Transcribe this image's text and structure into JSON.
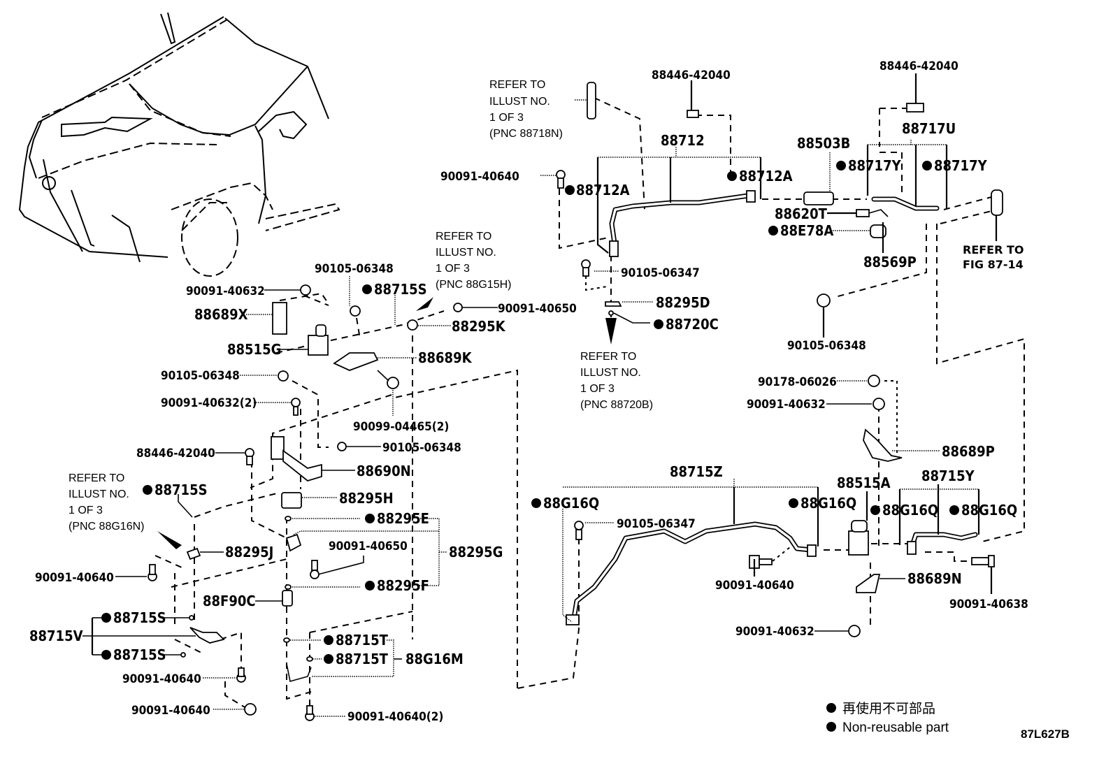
{
  "figure_id": "87L627B",
  "legend": {
    "symbol": "●",
    "line_jp": "再使用不可部品",
    "line_en": "Non-reusable part"
  },
  "references": {
    "ref_88718N": [
      "REFER TO",
      "ILLUST NO.",
      "1 OF 3",
      "(PNC 88718N)"
    ],
    "ref_88G15H": [
      "REFER TO",
      "ILLUST NO.",
      "1 OF 3",
      "(PNC 88G15H)"
    ],
    "ref_88720B": [
      "REFER TO",
      "ILLUST NO.",
      "1 OF 3",
      "(PNC 88720B)"
    ],
    "ref_88G16N": [
      "REFER TO",
      "ILLUST NO.",
      "1 OF 3",
      "(PNC 88G16N)"
    ],
    "ref_fig": [
      "REFER TO",
      "FIG 87-14"
    ]
  },
  "parts": {
    "p88446_42040_top": {
      "number": "88446-42040",
      "non_reusable": false
    },
    "p88712": {
      "number": "88712",
      "non_reusable": false
    },
    "p90091_40640_a": {
      "number": "90091-40640",
      "non_reusable": false
    },
    "p88712A_left": {
      "number": "88712A",
      "non_reusable": true
    },
    "p88712A_right": {
      "number": "88712A",
      "non_reusable": true
    },
    "p90105_06347_a": {
      "number": "90105-06347",
      "non_reusable": false
    },
    "p88295D": {
      "number": "88295D",
      "non_reusable": false
    },
    "p88720C": {
      "number": "88720C",
      "non_reusable": true
    },
    "p88446_42040_right": {
      "number": "88446-42040",
      "non_reusable": false
    },
    "p88717U": {
      "number": "88717U",
      "non_reusable": false
    },
    "p88503B": {
      "number": "88503B",
      "non_reusable": false
    },
    "p88717Y_left": {
      "number": "88717Y",
      "non_reusable": true
    },
    "p88717Y_right": {
      "number": "88717Y",
      "non_reusable": true
    },
    "p88620T": {
      "number": "88620T",
      "non_reusable": false
    },
    "p88E78A": {
      "number": "88E78A",
      "non_reusable": true
    },
    "p88569P": {
      "number": "88569P",
      "non_reusable": false
    },
    "p90105_06348_right": {
      "number": "90105-06348",
      "non_reusable": false
    },
    "p90105_06348_top": {
      "number": "90105-06348",
      "non_reusable": false
    },
    "p90091_40632_top": {
      "number": "90091-40632",
      "non_reusable": false
    },
    "p88715S_top": {
      "number": "88715S",
      "non_reusable": true
    },
    "p88689X": {
      "number": "88689X",
      "non_reusable": false
    },
    "p90091_40650_top": {
      "number": "90091-40650",
      "non_reusable": false
    },
    "p88295K": {
      "number": "88295K",
      "non_reusable": false
    },
    "p88515G": {
      "number": "88515G",
      "non_reusable": false
    },
    "p88689K": {
      "number": "88689K",
      "non_reusable": false
    },
    "p90105_06348_mid": {
      "number": "90105-06348",
      "non_reusable": false
    },
    "p90091_40632_2": {
      "number": "90091-40632(2)",
      "non_reusable": false
    },
    "p90099_04465_2": {
      "number": "90099-04465(2)",
      "non_reusable": false
    },
    "p88446_42040_left": {
      "number": "88446-42040",
      "non_reusable": false
    },
    "p90105_06348_low": {
      "number": "90105-06348",
      "non_reusable": false
    },
    "p88690N": {
      "number": "88690N",
      "non_reusable": false
    },
    "p88715S_mid": {
      "number": "88715S",
      "non_reusable": true
    },
    "p88295H": {
      "number": "88295H",
      "non_reusable": false
    },
    "p88295E": {
      "number": "88295E",
      "non_reusable": true
    },
    "p88295J": {
      "number": "88295J",
      "non_reusable": false
    },
    "p90091_40650_low": {
      "number": "90091-40650",
      "non_reusable": false
    },
    "p88295G": {
      "number": "88295G",
      "non_reusable": false
    },
    "p90091_40640_left": {
      "number": "90091-40640",
      "non_reusable": false
    },
    "p88295F": {
      "number": "88295F",
      "non_reusable": true
    },
    "p88F90C": {
      "number": "88F90C",
      "non_reusable": false
    },
    "p88715V": {
      "number": "88715V",
      "non_reusable": false
    },
    "p88715S_a": {
      "number": "88715S",
      "non_reusable": true
    },
    "p88715S_b": {
      "number": "88715S",
      "non_reusable": true
    },
    "p88715T_a": {
      "number": "88715T",
      "non_reusable": true
    },
    "p88715T_b": {
      "number": "88715T",
      "non_reusable": true
    },
    "p88G16M": {
      "number": "88G16M",
      "non_reusable": false
    },
    "p90091_40640_b": {
      "number": "90091-40640",
      "non_reusable": false
    },
    "p90091_40640_c": {
      "number": "90091-40640",
      "non_reusable": false
    },
    "p90091_40640_2": {
      "number": "90091-40640(2)",
      "non_reusable": false
    },
    "p90178_06026": {
      "number": "90178-06026",
      "non_reusable": false
    },
    "p90091_40632_r1": {
      "number": "90091-40632",
      "non_reusable": false
    },
    "p88689P": {
      "number": "88689P",
      "non_reusable": false
    },
    "p88715Z": {
      "number": "88715Z",
      "non_reusable": false
    },
    "p88G16Q_1": {
      "number": "88G16Q",
      "non_reusable": true
    },
    "p88G16Q_2": {
      "number": "88G16Q",
      "non_reusable": true
    },
    "p88G16Q_3": {
      "number": "88G16Q",
      "non_reusable": true
    },
    "p88G16Q_4": {
      "number": "88G16Q",
      "non_reusable": true
    },
    "p90105_06347_b": {
      "number": "90105-06347",
      "non_reusable": false
    },
    "p88515A": {
      "number": "88515A",
      "non_reusable": false
    },
    "p88715Y": {
      "number": "88715Y",
      "non_reusable": false
    },
    "p90091_40640_d": {
      "number": "90091-40640",
      "non_reusable": false
    },
    "p88689N": {
      "number": "88689N",
      "non_reusable": false
    },
    "p90091_40638": {
      "number": "90091-40638",
      "non_reusable": false
    },
    "p90091_40632_r2": {
      "number": "90091-40632",
      "non_reusable": false
    }
  }
}
